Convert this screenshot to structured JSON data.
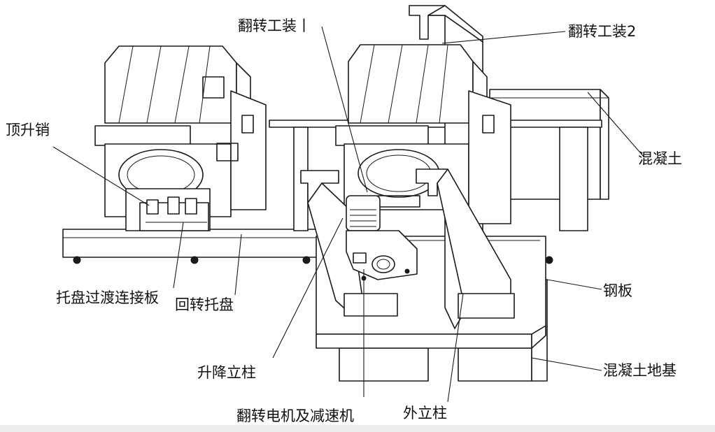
{
  "labels": {
    "flip_fixture_1": "翻转工装丨",
    "flip_fixture_2": "翻转工装2",
    "lift_pin": "顶升销",
    "concrete": "混凝土",
    "pallet_adapter_plate": "托盘过渡连接板",
    "rotary_pallet": "回转托盘",
    "steel_plate": "钢板",
    "lifting_column": "升降立柱",
    "concrete_foundation": "混凝土地基",
    "flip_motor_reducer": "翻转电机及减速机",
    "outer_column": "外立柱"
  },
  "colors": {
    "line": "#1a1a1a",
    "background": "#ffffff"
  }
}
